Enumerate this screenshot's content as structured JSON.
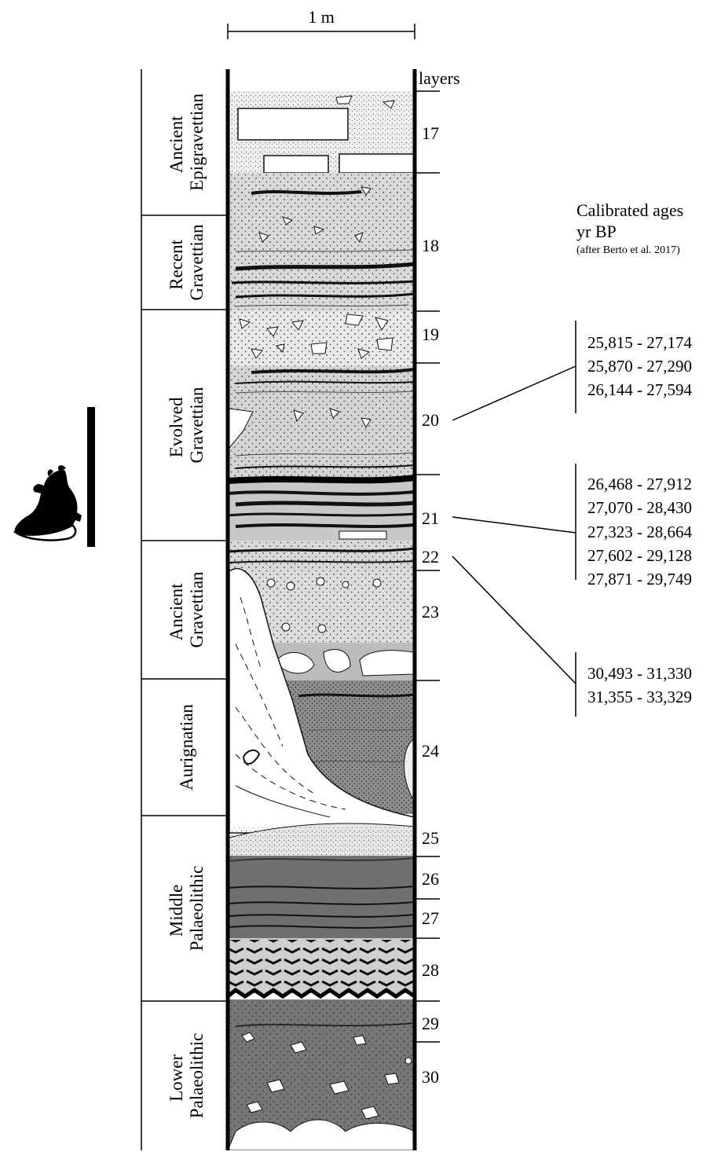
{
  "scale": {
    "label": "1 m"
  },
  "layers_header": "layers",
  "layers": [
    "17",
    "18",
    "19",
    "20",
    "21",
    "22",
    "23",
    "24",
    "25",
    "26",
    "27",
    "28",
    "29",
    "30"
  ],
  "periods": [
    [
      "Ancient",
      "Epigravettian"
    ],
    [
      "Recent",
      "Gravettian"
    ],
    [
      "Evolved",
      "Gravettian"
    ],
    [
      "Ancient",
      "Gravettian"
    ],
    [
      "Aurignatian"
    ],
    [
      "Middle",
      "Palaeolithic"
    ],
    [
      "Lower",
      "Palaeolithic"
    ]
  ],
  "ages_header": {
    "line1": "Calibrated ages",
    "line2": "yr BP",
    "line3": "(after Berto et al. 2017)"
  },
  "age_groups": [
    {
      "layer": "20",
      "ages": [
        "25,815 - 27,174",
        "25,870 - 27,290",
        "26,144 - 27,594"
      ]
    },
    {
      "layer": "21",
      "ages": [
        "26,468 - 27,912",
        "27,070 - 28,430",
        "27,323 - 28,664",
        "27,602 - 29,128",
        "27,871 - 29,749"
      ]
    },
    {
      "layer": "22",
      "ages": [
        "30,493 - 31,330",
        "31,355 - 33,329"
      ]
    }
  ],
  "icons": {
    "rodent": "mouse-icon"
  }
}
